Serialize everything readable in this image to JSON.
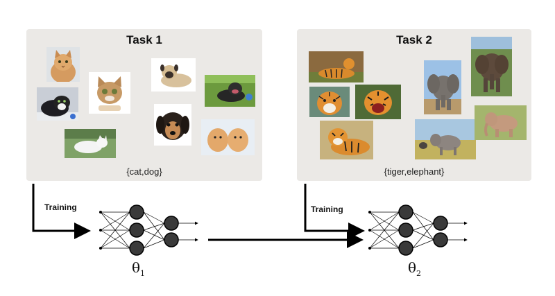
{
  "tasks": [
    {
      "title": "Task 1",
      "classes": "{cat,dog}"
    },
    {
      "title": "Task 2",
      "classes": "{tiger,elephant}"
    }
  ],
  "training_label": "Training",
  "models": [
    {
      "symbol": "θ",
      "subscript": "1"
    },
    {
      "symbol": "θ",
      "subscript": "2"
    }
  ],
  "icons": {
    "cat": "cat-photo",
    "dog": "dog-photo",
    "tiger": "tiger-photo",
    "elephant": "elephant-photo"
  }
}
